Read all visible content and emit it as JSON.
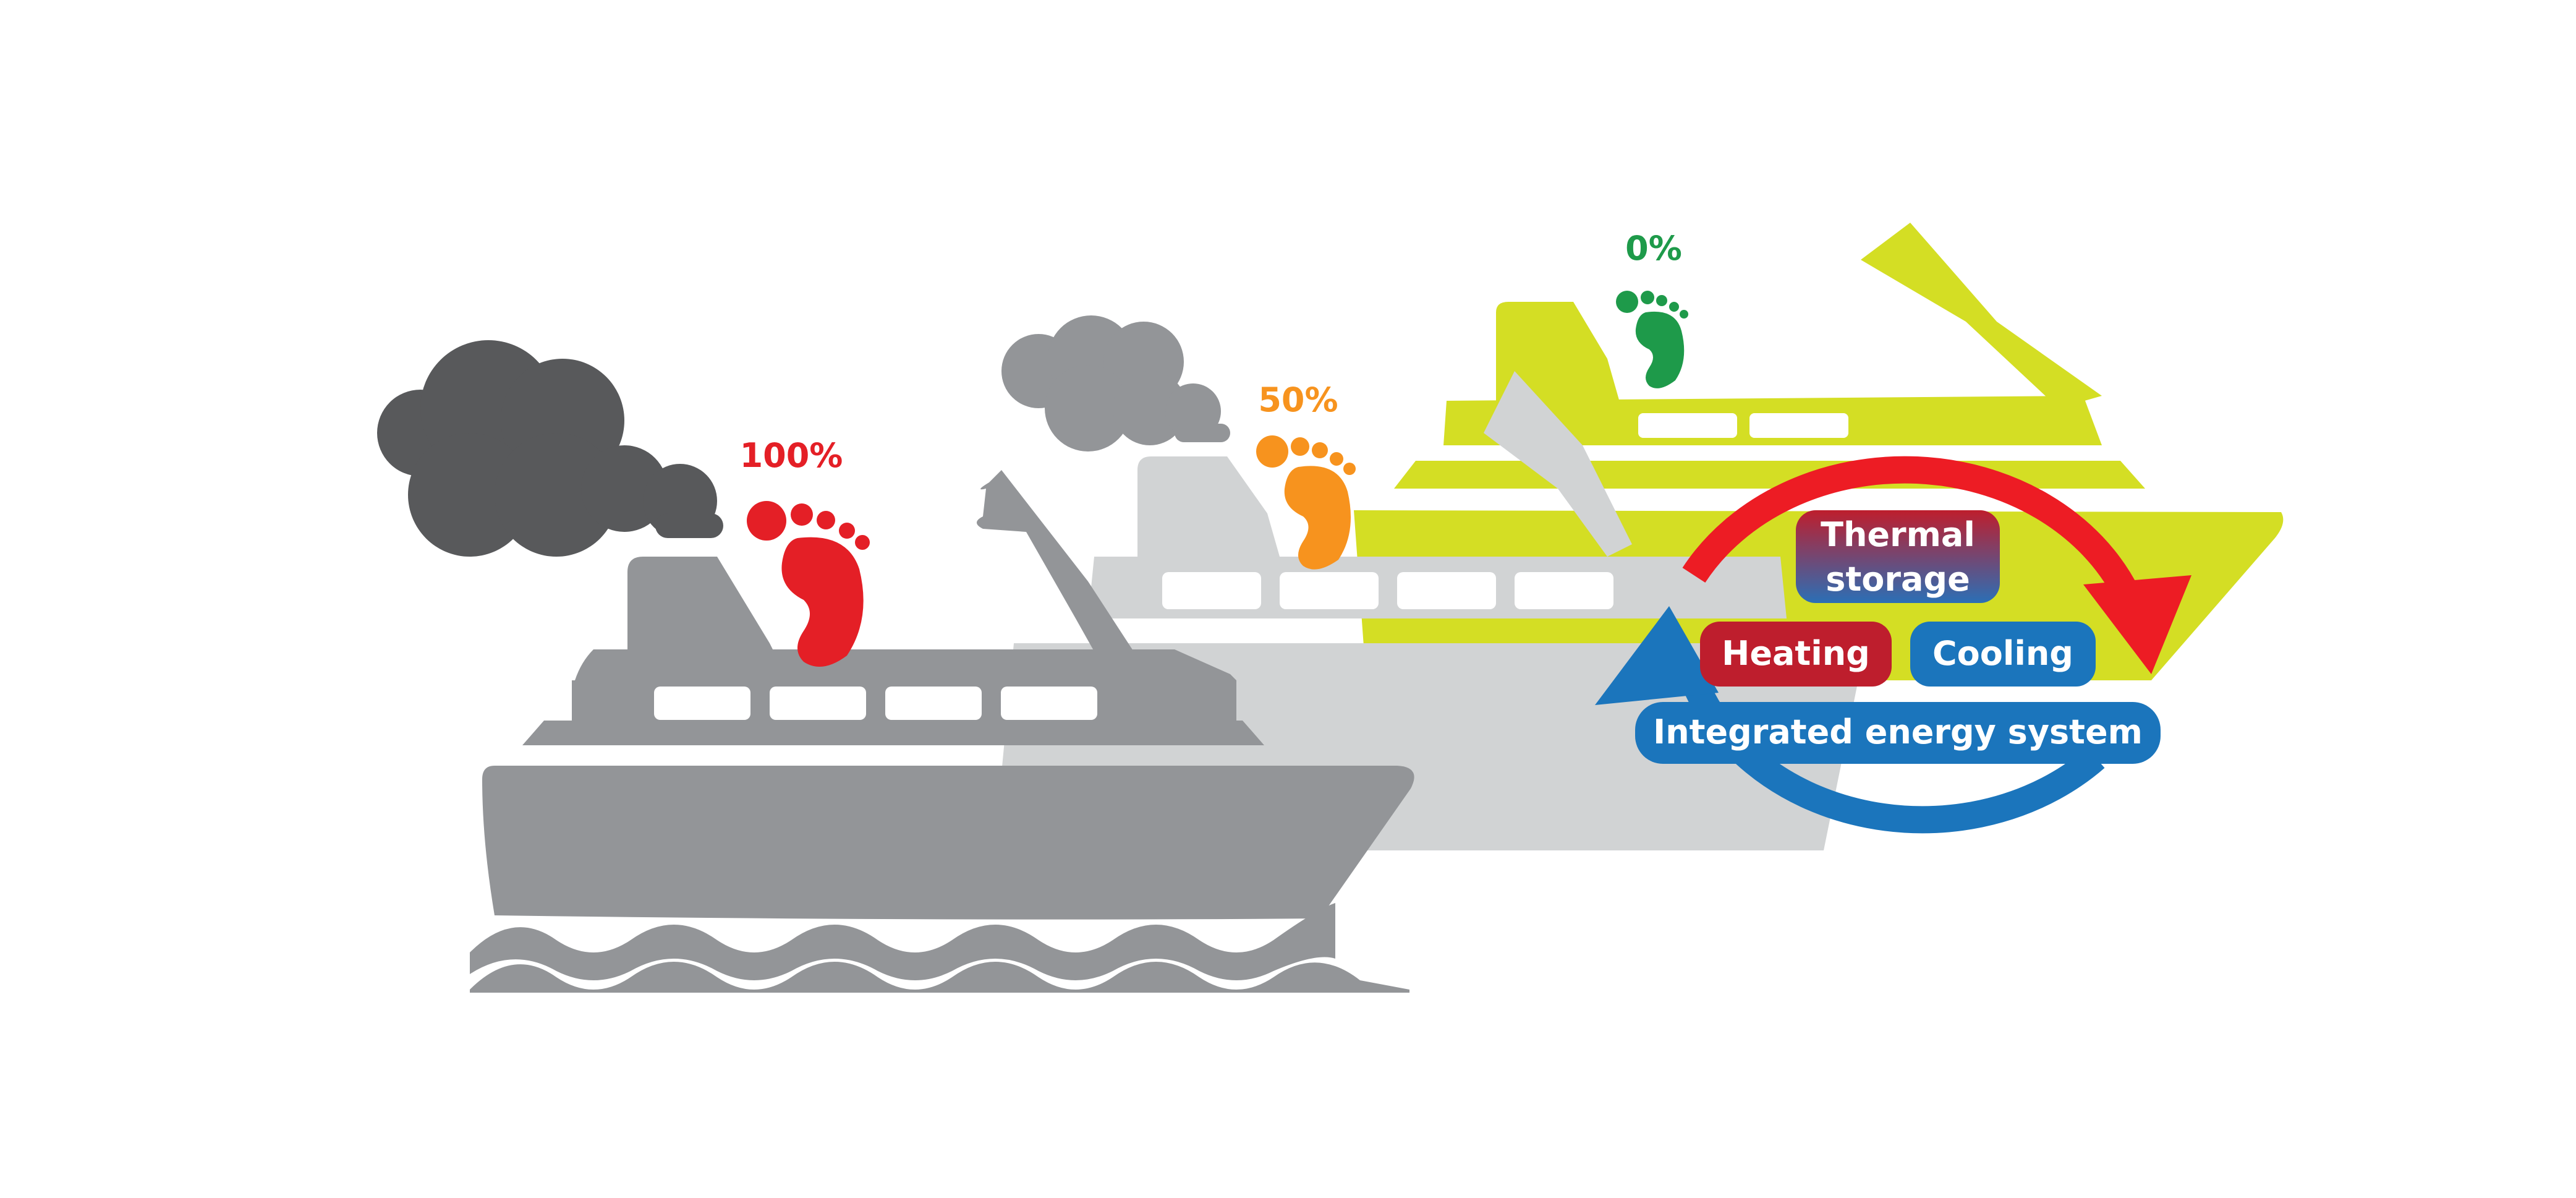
{
  "footprints": [
    {
      "label": "100%",
      "value": 100,
      "color": "#e41f26"
    },
    {
      "label": "50%",
      "value": 50,
      "color": "#f7931e"
    },
    {
      "label": "0%",
      "value": 0,
      "color": "#1e9a4a"
    }
  ],
  "cycle": {
    "top_box": "Thermal",
    "top_box_line2": "storage",
    "left_box": "Heating",
    "right_box": "Cooling",
    "bottom_box": "Integrated energy system"
  },
  "colors": {
    "ship_dark": "#939598",
    "ship_mid": "#d1d3d4",
    "ship_green": "#d4de24",
    "smoke_dark": "#58595b",
    "smoke_mid": "#939598",
    "red": "#ed1c24",
    "blue": "#1b75bc",
    "heating_box": "#be1e2d",
    "thermal_top": "#be1e2d",
    "thermal_bottom": "#2b6fb6"
  }
}
